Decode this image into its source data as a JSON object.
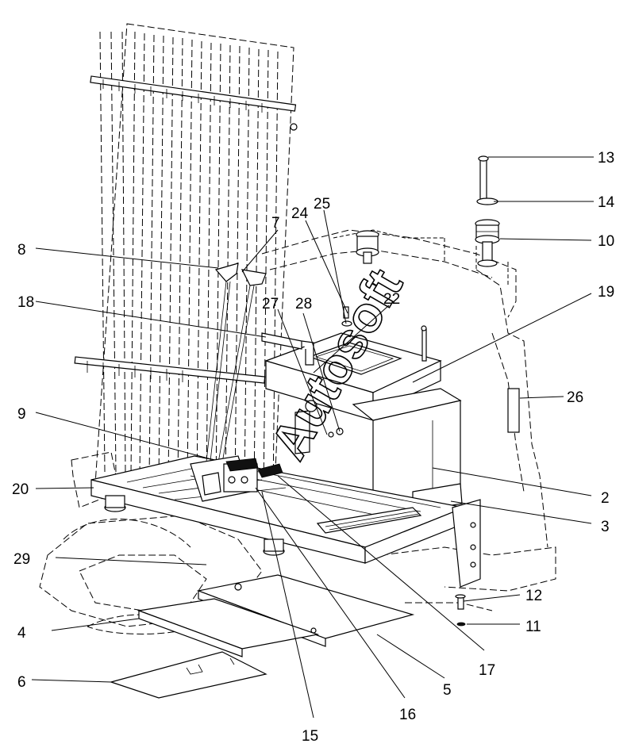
{
  "watermark": "Autosoft",
  "callouts": [
    {
      "id": "c2",
      "label": "2"
    },
    {
      "id": "c3",
      "label": "3"
    },
    {
      "id": "c4",
      "label": "4"
    },
    {
      "id": "c5",
      "label": "5"
    },
    {
      "id": "c6",
      "label": "6"
    },
    {
      "id": "c7",
      "label": "7"
    },
    {
      "id": "c8",
      "label": "8"
    },
    {
      "id": "c9",
      "label": "9"
    },
    {
      "id": "c10",
      "label": "10"
    },
    {
      "id": "c11",
      "label": "11"
    },
    {
      "id": "c12",
      "label": "12"
    },
    {
      "id": "c13",
      "label": "13"
    },
    {
      "id": "c14",
      "label": "14"
    },
    {
      "id": "c15",
      "label": "15"
    },
    {
      "id": "c16",
      "label": "16"
    },
    {
      "id": "c17",
      "label": "17"
    },
    {
      "id": "c18",
      "label": "18"
    },
    {
      "id": "c19",
      "label": "19"
    },
    {
      "id": "c20",
      "label": "20"
    },
    {
      "id": "c22",
      "label": "22"
    },
    {
      "id": "c24",
      "label": "24"
    },
    {
      "id": "c25",
      "label": "25"
    },
    {
      "id": "c26",
      "label": "26"
    },
    {
      "id": "c27",
      "label": "27"
    },
    {
      "id": "c28",
      "label": "28"
    },
    {
      "id": "c29",
      "label": "29"
    }
  ]
}
